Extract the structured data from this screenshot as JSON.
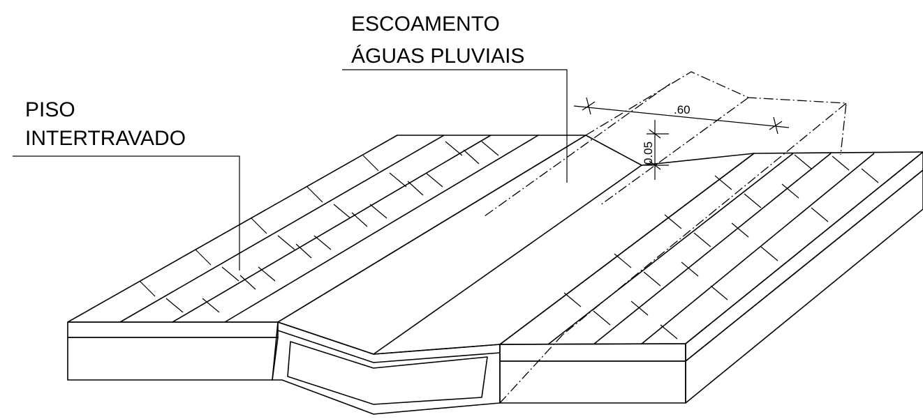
{
  "labels": {
    "drainage_line1": "ESCOAMENTO",
    "drainage_line2": "ÁGUAS PLUVIAIS",
    "paving_line1": "PISO",
    "paving_line2": "INTERTRAVADO"
  },
  "dimensions": {
    "width": ".60",
    "depth": "0.05"
  }
}
